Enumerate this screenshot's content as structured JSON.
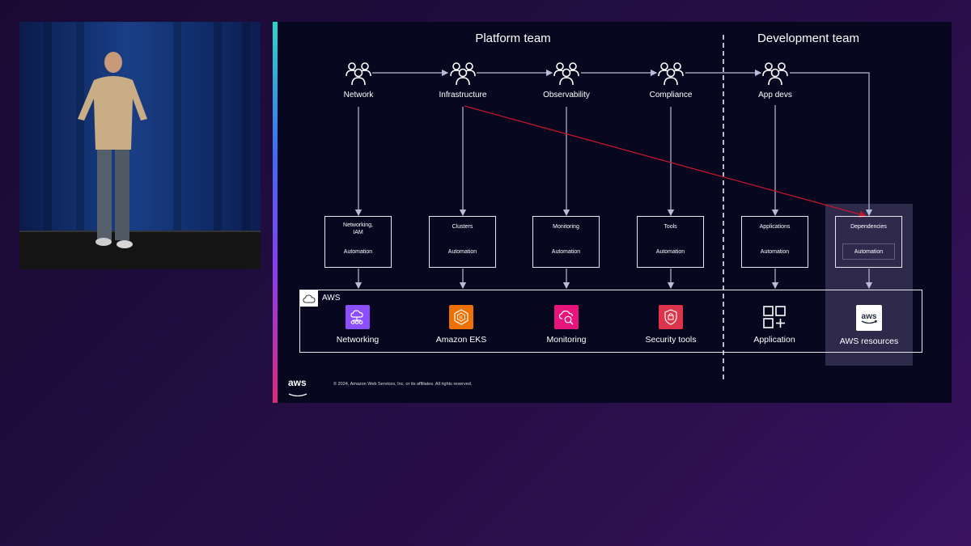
{
  "slide": {
    "platform_team_title": "Platform team",
    "development_team_title": "Development team",
    "roles": {
      "network": "Network",
      "infrastructure": "Infrastructure",
      "observability": "Observability",
      "compliance": "Compliance",
      "app_devs": "App devs"
    },
    "boxes": {
      "networking_title": "Networking,\nIAM",
      "clusters_title": "Clusters",
      "monitoring_title": "Monitoring",
      "tools_title": "Tools",
      "applications_title": "Applications",
      "dependencies_title": "Dependencies",
      "automation_label": "Automation"
    },
    "aws_region_label": "AWS",
    "services": {
      "networking": "Networking",
      "eks": "Amazon EKS",
      "monitoring": "Monitoring",
      "security_tools": "Security tools",
      "application": "Application",
      "aws_resources": "AWS resources"
    },
    "aws_logo_text": "aws",
    "copyright": "© 2024, Amazon Web Services, Inc. or its affiliates. All rights reserved."
  },
  "colors": {
    "networking_tile": "#8c4fff",
    "eks_tile": "#ed7100",
    "monitoring_tile": "#e7157b",
    "security_tile": "#dd344c",
    "highlight_arrow": "#c0182a"
  }
}
